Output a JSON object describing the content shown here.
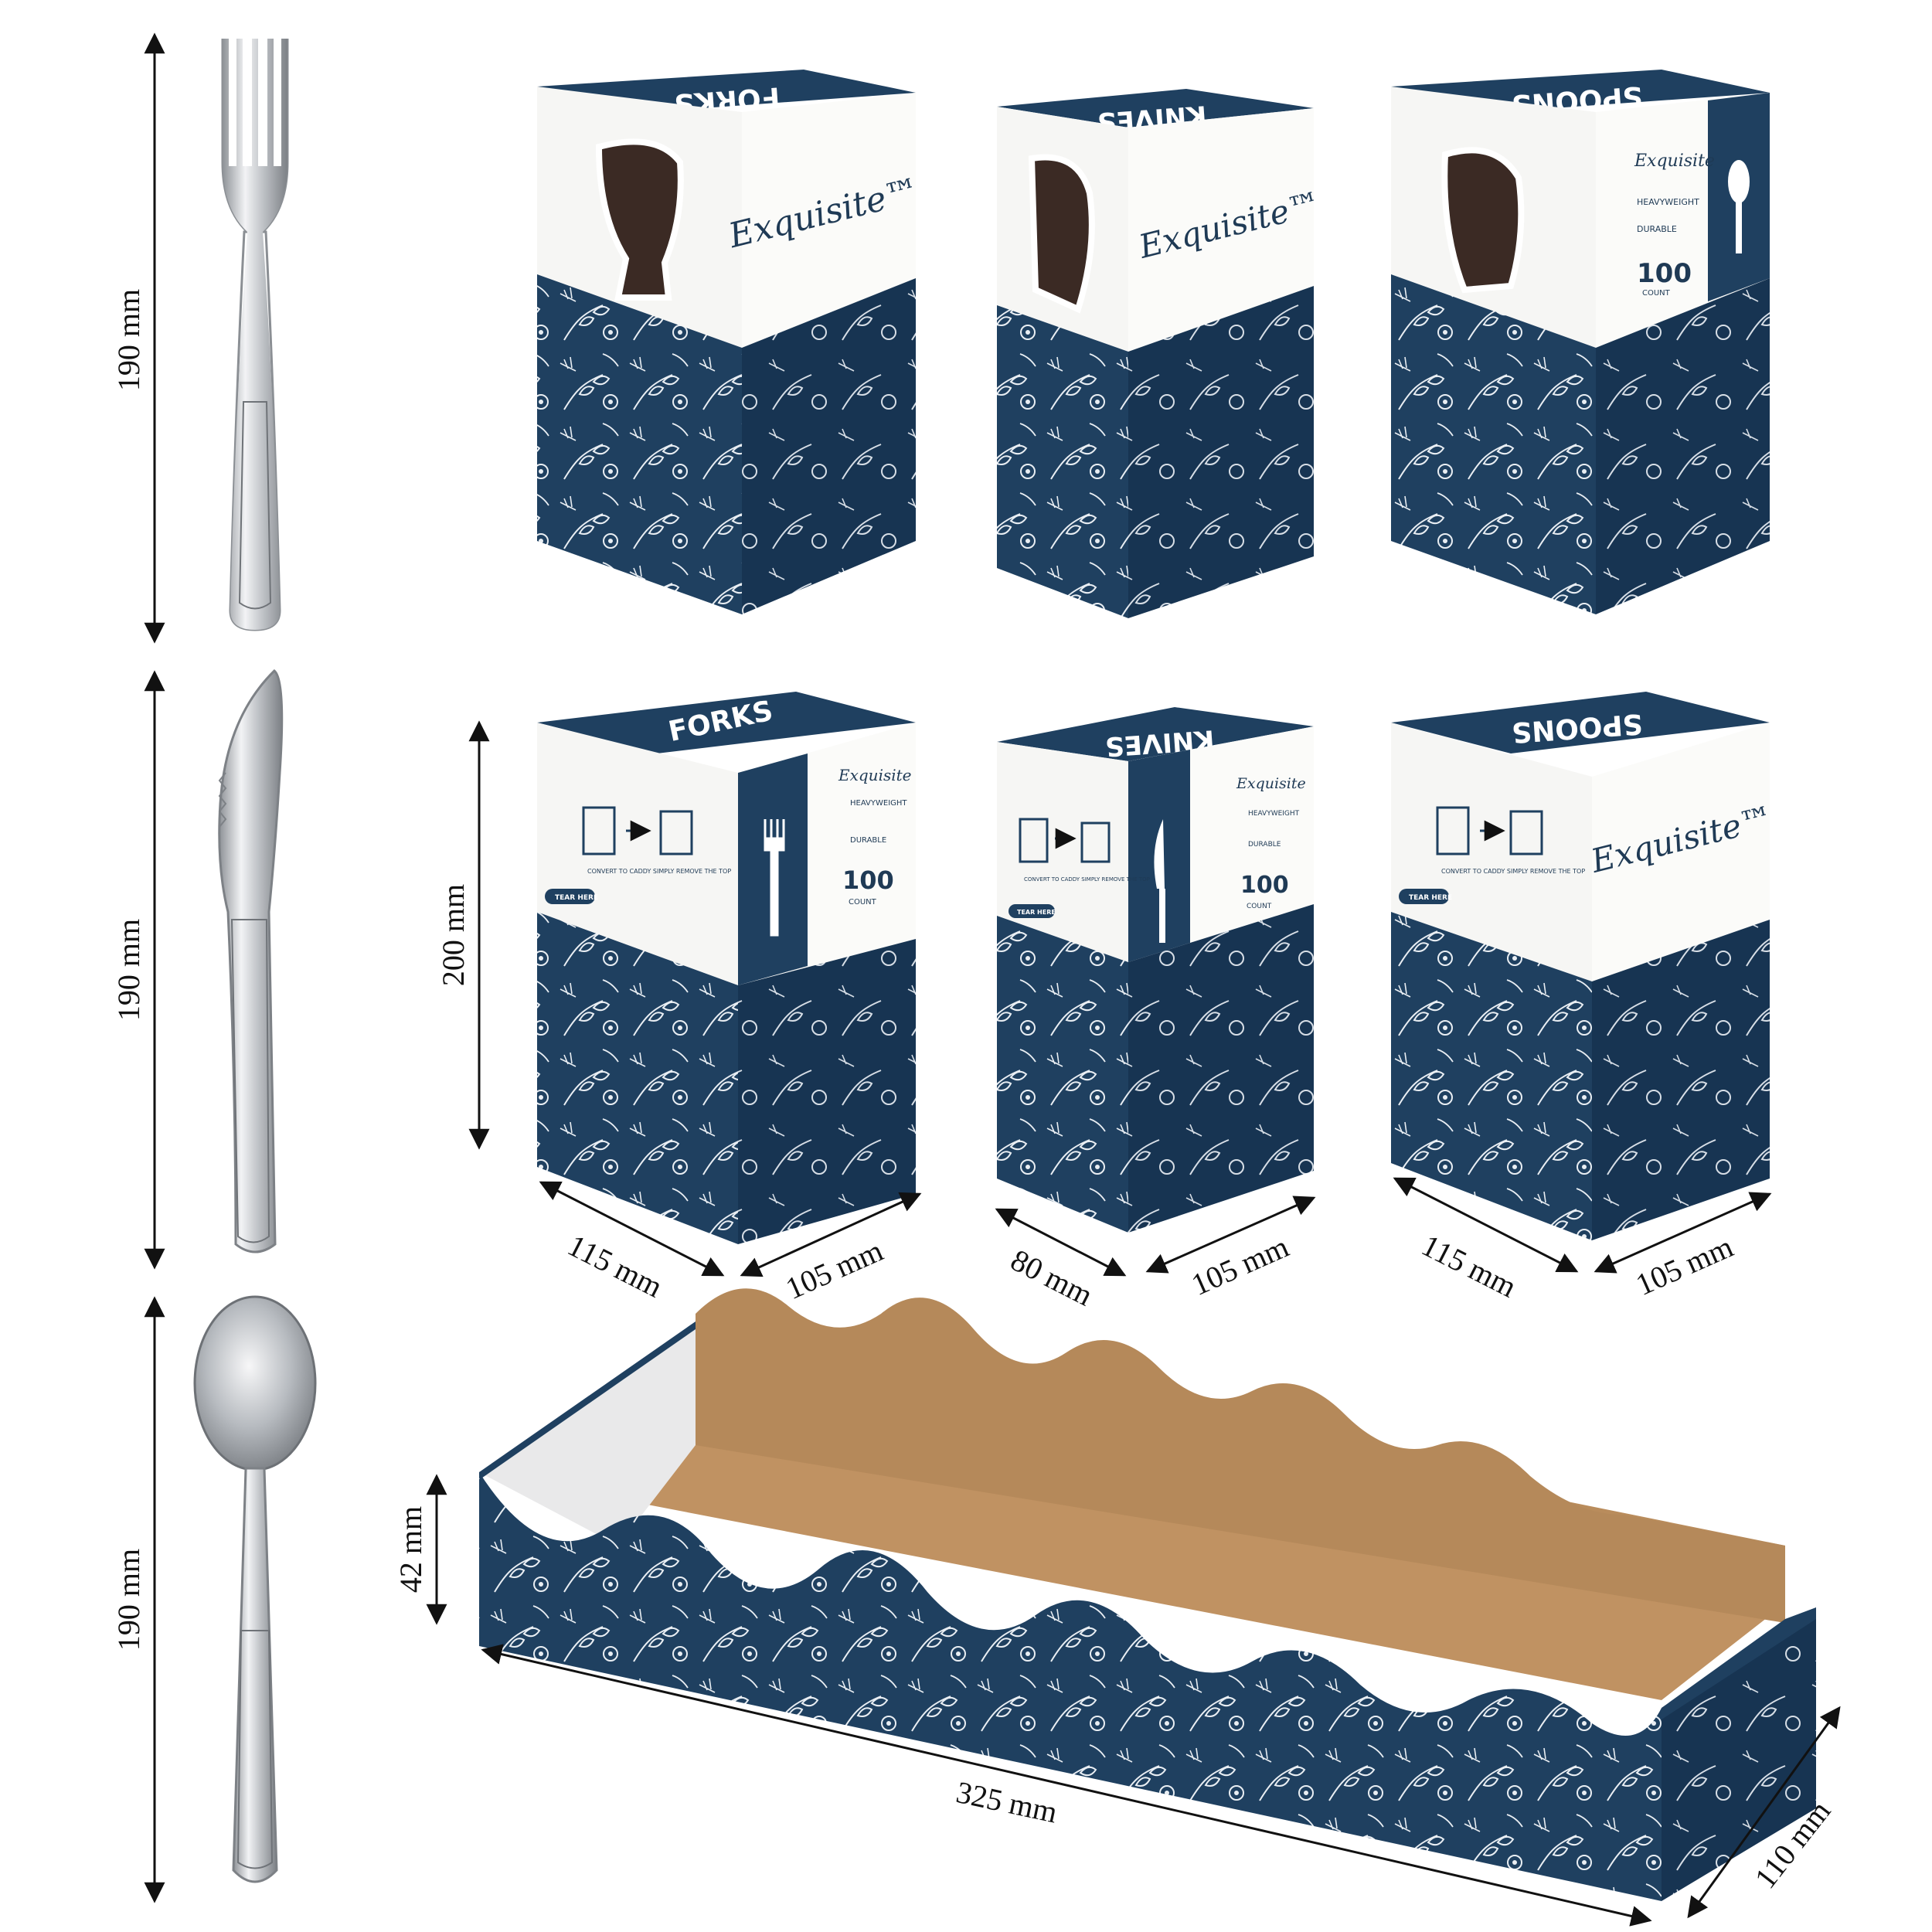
{
  "colors": {
    "navy": "#1f4060",
    "navy_dark": "#163350",
    "white_panel": "#f6f6f4",
    "kraft": "#b98c5c",
    "silver": "#c9ccd0",
    "dimension_line": "#111111"
  },
  "cutlery": [
    {
      "item": "fork-icon",
      "length": "190 mm"
    },
    {
      "item": "knife-icon",
      "length": "190 mm"
    },
    {
      "item": "spoon-icon",
      "length": "190 mm"
    }
  ],
  "boxes_top_row": [
    {
      "lid_label": "FORKS",
      "lid_sublabel": "Exquisite",
      "brand": "Exquisite™"
    },
    {
      "lid_label": "KNIVES",
      "lid_sublabel": "Exquisite",
      "brand": "Exquisite™"
    },
    {
      "lid_label": "SPOONS",
      "lid_sublabel": "Exquisite",
      "brand": "Exquisite",
      "side_brand": "Exquisite",
      "feature_1": "HEAVYWEIGHT",
      "feature_2": "DURABLE",
      "count": "100",
      "count_label": "COUNT"
    }
  ],
  "boxes_bottom_row": [
    {
      "lid_label": "FORKS",
      "lid_sublabel": "Exquisite",
      "side_brand": "Exquisite",
      "feature_1": "HEAVYWEIGHT",
      "feature_2": "DURABLE",
      "count": "100",
      "count_label": "COUNT",
      "instruction": "CONVERT TO CADDY SIMPLY REMOVE THE TOP",
      "tear": "TEAR HERE",
      "width_dim": "115 mm",
      "depth_dim": "105 mm",
      "height_dim": "200 mm"
    },
    {
      "lid_label": "KNIVES",
      "lid_sublabel": "Exquisite",
      "side_brand": "Exquisite",
      "feature_1": "HEAVYWEIGHT",
      "feature_2": "DURABLE",
      "count": "100",
      "count_label": "COUNT",
      "instruction": "CONVERT TO CADDY SIMPLY REMOVE THE TOP",
      "tear": "TEAR HERE",
      "width_dim": "80 mm",
      "depth_dim": "105 mm"
    },
    {
      "lid_label": "SPOONS",
      "lid_sublabel": "Exquisite",
      "brand": "Exquisite™",
      "instruction": "CONVERT TO CADDY SIMPLY REMOVE THE TOP",
      "tear": "TEAR HERE",
      "width_dim": "115 mm",
      "depth_dim": "105 mm"
    }
  ],
  "tray": {
    "height_dim": "42 mm",
    "length_dim": "325 mm",
    "width_dim": "110 mm"
  }
}
